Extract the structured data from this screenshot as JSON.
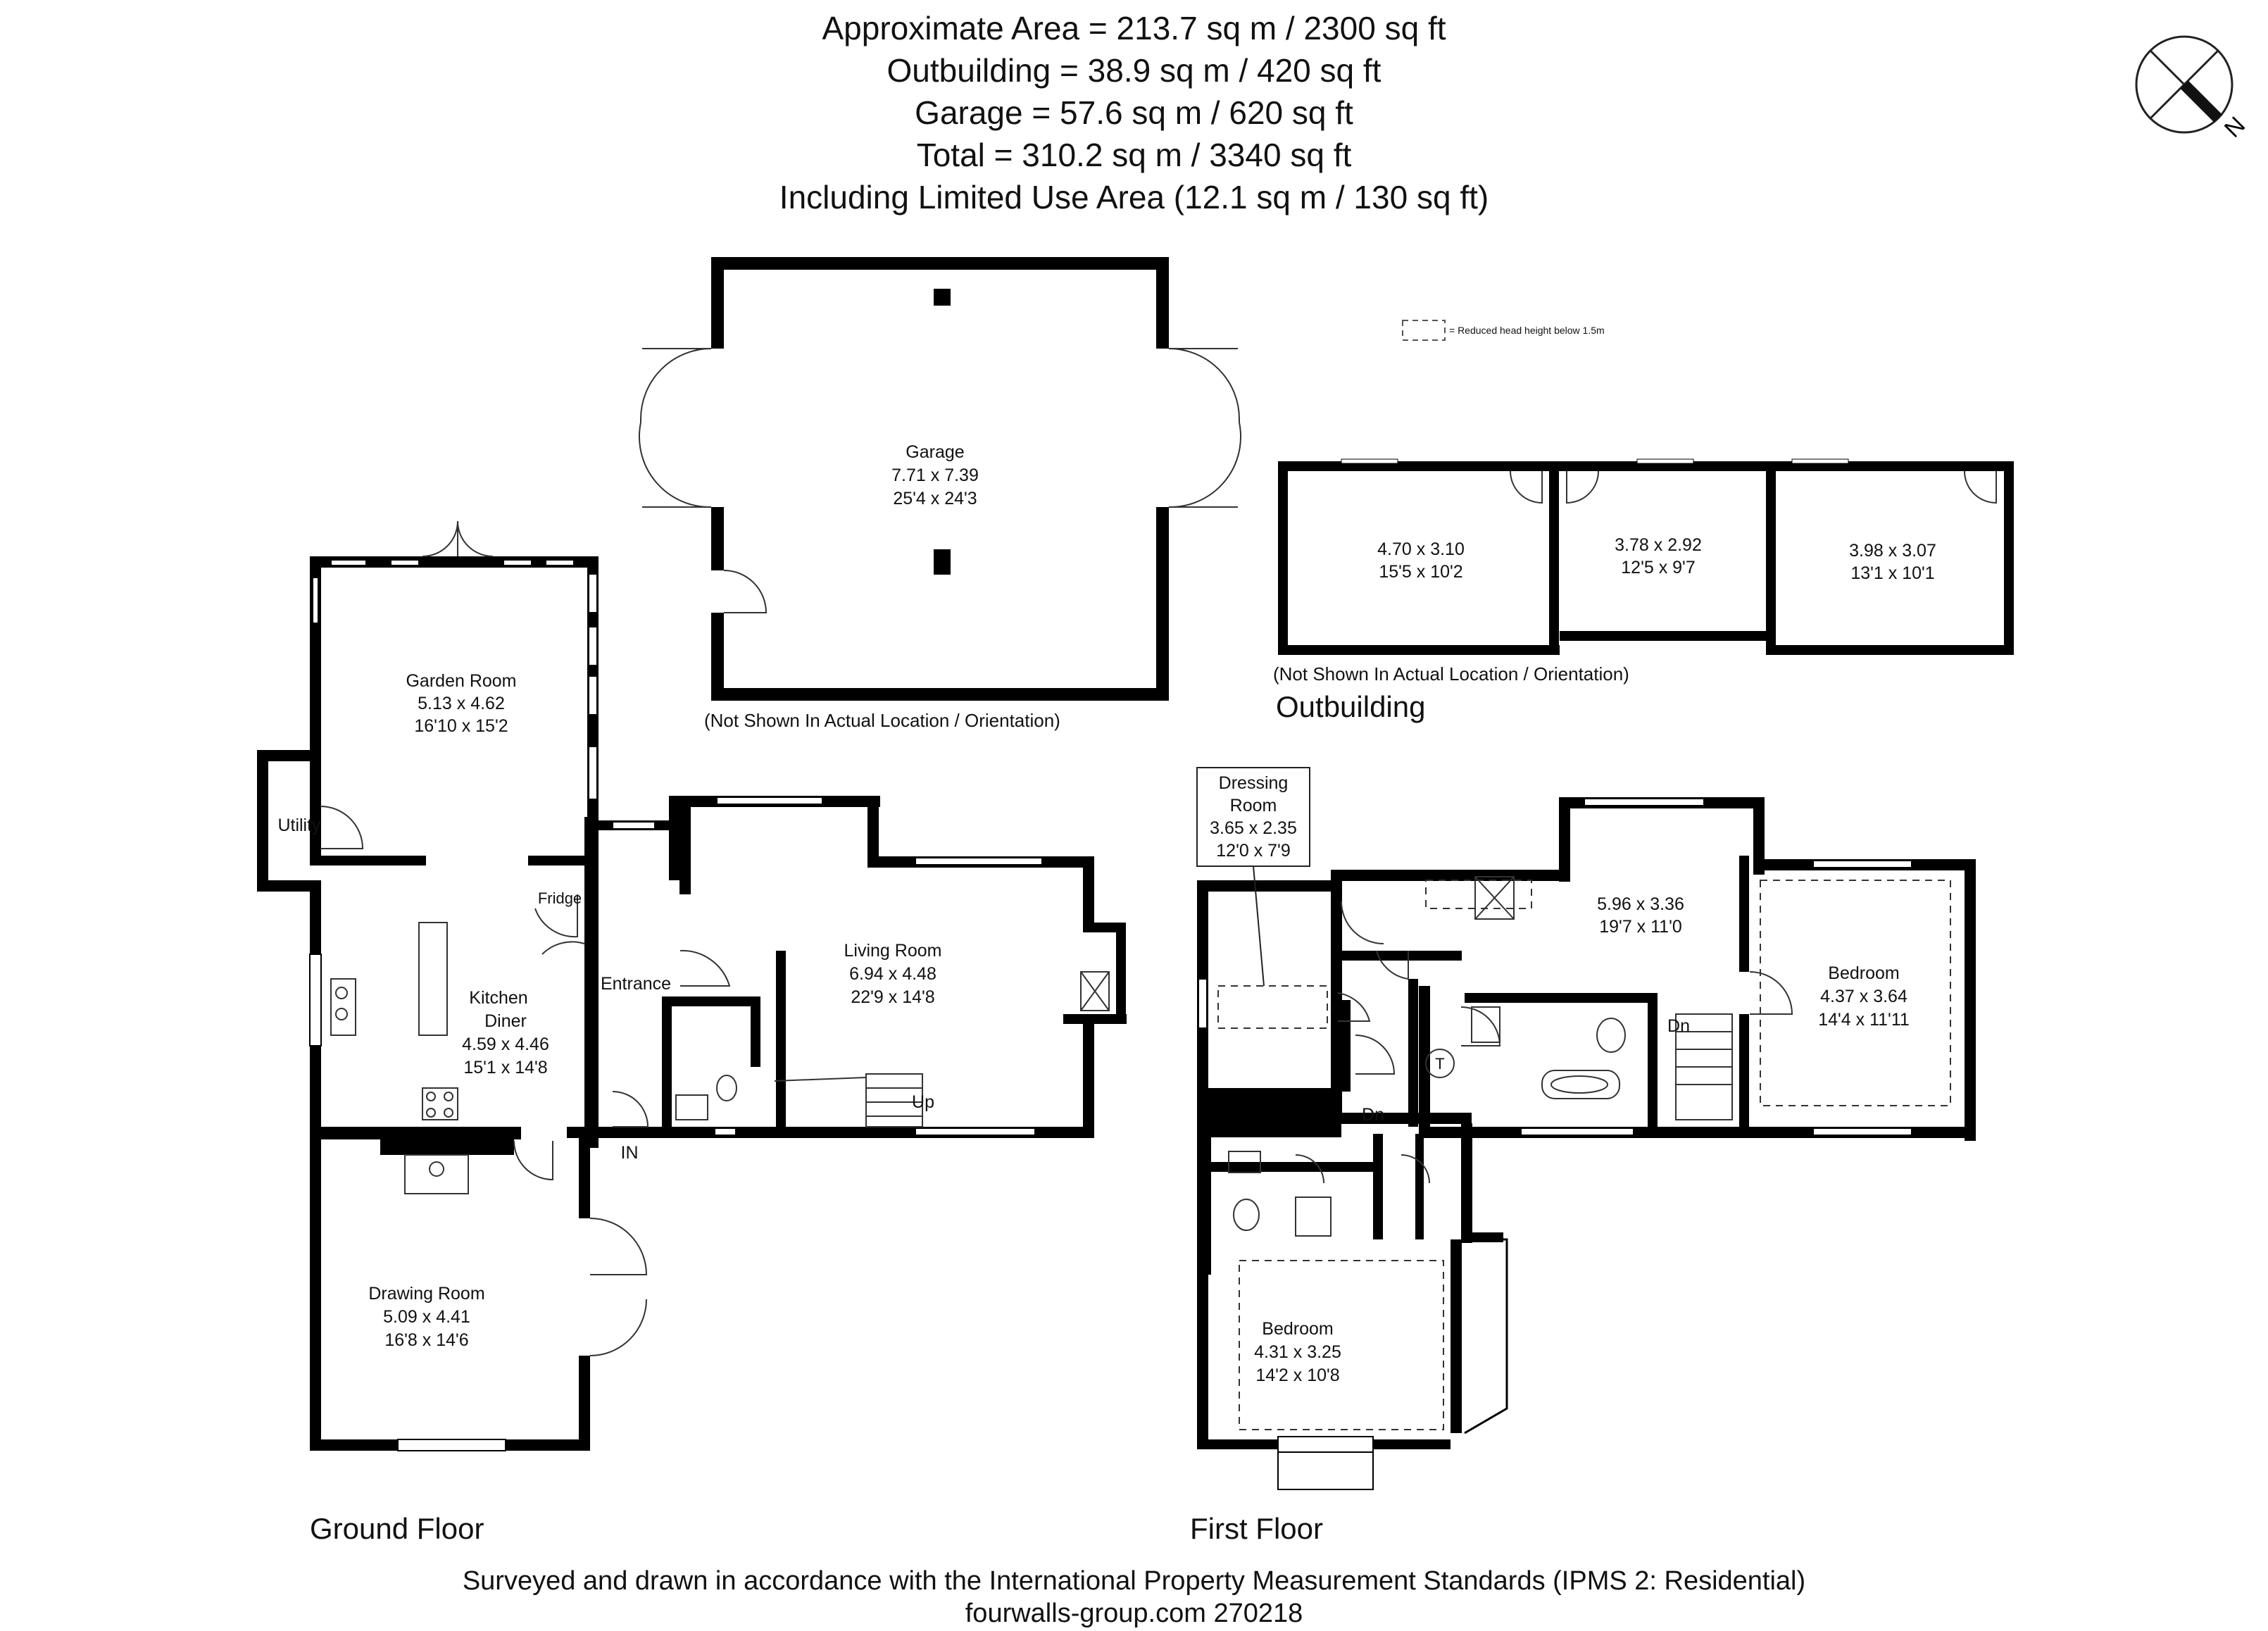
{
  "header": {
    "line1": "Approximate  Area = 213.7 sq m / 2300 sq ft",
    "line2": "Outbuilding = 38.9 sq m / 420 sq ft",
    "line3": "Garage = 57.6 sq m / 620 sq ft",
    "line4": "Total = 310.2 sq m / 3340 sq ft",
    "line5": "Including Limited Use Area (12.1 sq m / 130 sq ft)"
  },
  "compass": {
    "label": "N",
    "icon": "north-arrow-icon"
  },
  "legend": {
    "text": "= Reduced head height below 1.5m"
  },
  "garage": {
    "name": "Garage",
    "metric": "7.71 x 7.39",
    "imperial": "25'4 x 24'3",
    "note": "(Not Shown In Actual Location / Orientation)"
  },
  "outbuilding": {
    "title": "Outbuilding",
    "note": "(Not Shown In Actual Location / Orientation)",
    "rooms": [
      {
        "metric": "4.70 x 3.10",
        "imperial": "15'5 x 10'2"
      },
      {
        "metric": "3.78 x 2.92",
        "imperial": "12'5 x 9'7"
      },
      {
        "metric": "3.98 x 3.07",
        "imperial": "13'1 x 10'1"
      }
    ]
  },
  "ground_floor": {
    "title": "Ground Floor",
    "garden_room": {
      "name": "Garden Room",
      "metric": "5.13 x 4.62",
      "imperial": "16'10 x 15'2"
    },
    "utility": "Utility",
    "fridge": "Fridge",
    "kitchen": {
      "name1": "Kitchen",
      "name2": "Diner",
      "metric": "4.59 x 4.46",
      "imperial": "15'1 x 14'8"
    },
    "entrance": "Entrance",
    "living_room": {
      "name": "Living Room",
      "metric": "6.94 x 4.48",
      "imperial": "22'9 x 14'8"
    },
    "up": "Up",
    "in": "IN",
    "drawing_room": {
      "name": "Drawing Room",
      "metric": "5.09 x 4.41",
      "imperial": "16'8 x 14'6"
    }
  },
  "first_floor": {
    "title": "First Floor",
    "dressing_room": {
      "name1": "Dressing",
      "name2": "Room",
      "metric": "3.65 x 2.35",
      "imperial": "12'0 x 7'9"
    },
    "master": {
      "metric": "5.96 x 3.36",
      "imperial": "19'7 x 11'0"
    },
    "bedroom_east": {
      "name": "Bedroom",
      "metric": "4.37 x 3.64",
      "imperial": "14'4 x 11'11"
    },
    "bedroom_south": {
      "name": "Bedroom",
      "metric": "4.31 x 3.25",
      "imperial": "14'2 x 10'8"
    },
    "dn1": "Dn",
    "dn2": "Dn",
    "tank": "T"
  },
  "footer": {
    "line1": "Surveyed and drawn in accordance with the International Property Measurement Standards (IPMS 2: Residential)",
    "line2": "fourwalls-group.com 270218"
  }
}
